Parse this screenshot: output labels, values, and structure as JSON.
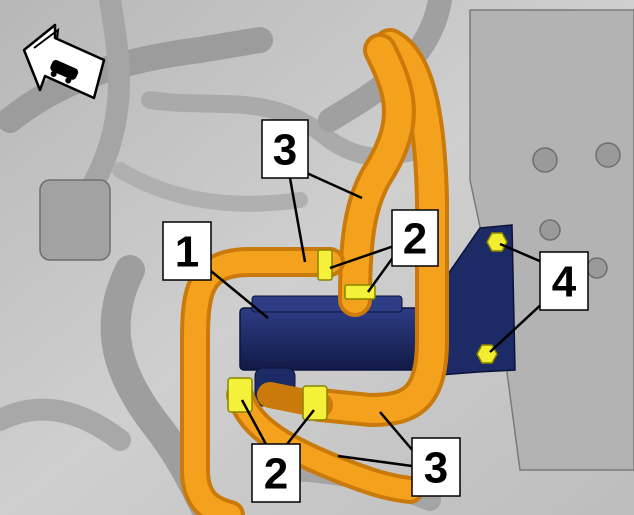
{
  "callouts": {
    "c1": "1",
    "c2_upper": "2",
    "c2_lower": "2",
    "c3_upper": "3",
    "c3_lower": "3",
    "c4": "4"
  },
  "colors": {
    "background": "#c9c9c9",
    "engine_gray": "#a9a9a9",
    "coolant_hose": "#f4a11d",
    "oil_cooler": "#1c2a66",
    "clamp": "#f5f03a",
    "bolt": "#f2ee2f",
    "callout_fill": "#ffffff",
    "outline": "#000000"
  },
  "icons": {
    "direction": "vehicle-direction-arrow-icon"
  }
}
